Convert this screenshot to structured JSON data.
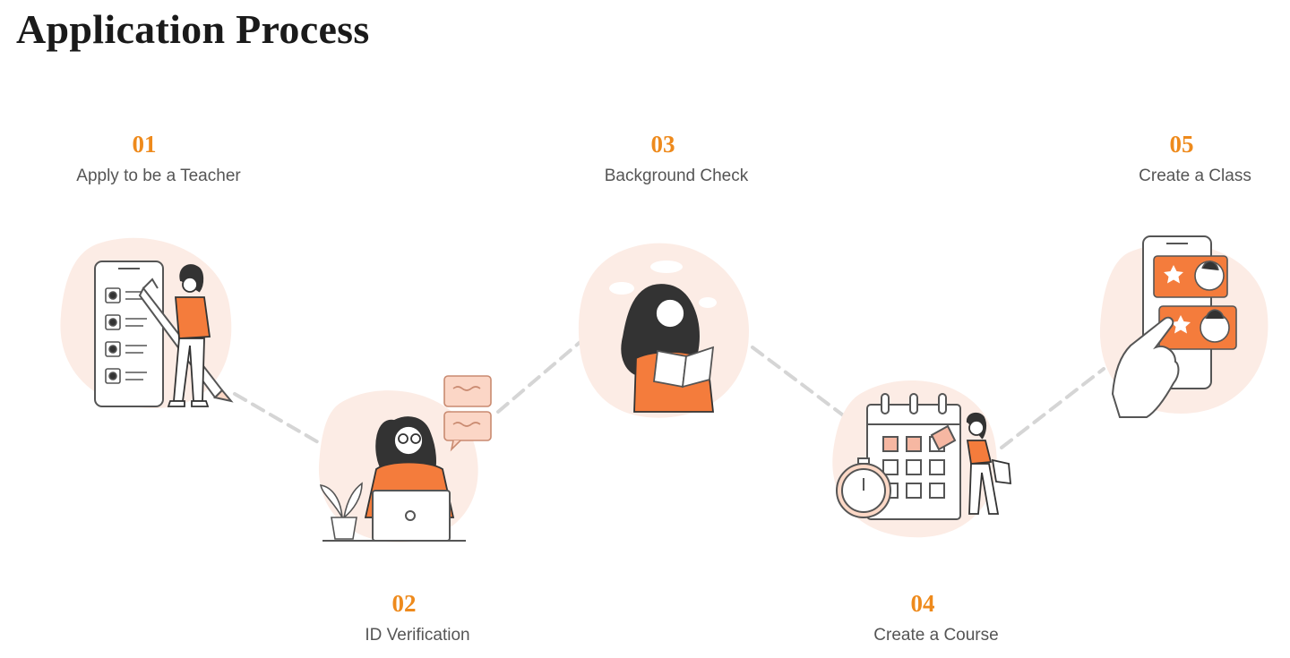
{
  "title": "Application Process",
  "colors": {
    "accent": "#ee8a1c",
    "illustration": "#f47c3c",
    "blob": "#fcece5",
    "connector": "#d5d5d5",
    "text": "#555555"
  },
  "steps": [
    {
      "number": "01",
      "label": "Apply to be a Teacher",
      "illustration": "person-with-checklist-phone"
    },
    {
      "number": "02",
      "label": "ID Verification",
      "illustration": "person-at-laptop"
    },
    {
      "number": "03",
      "label": "Background Check",
      "illustration": "person-reading-notes"
    },
    {
      "number": "04",
      "label": "Create a Course",
      "illustration": "person-with-calendar-stopwatch"
    },
    {
      "number": "05",
      "label": "Create a Class",
      "illustration": "hand-tapping-phone-ratings"
    }
  ]
}
